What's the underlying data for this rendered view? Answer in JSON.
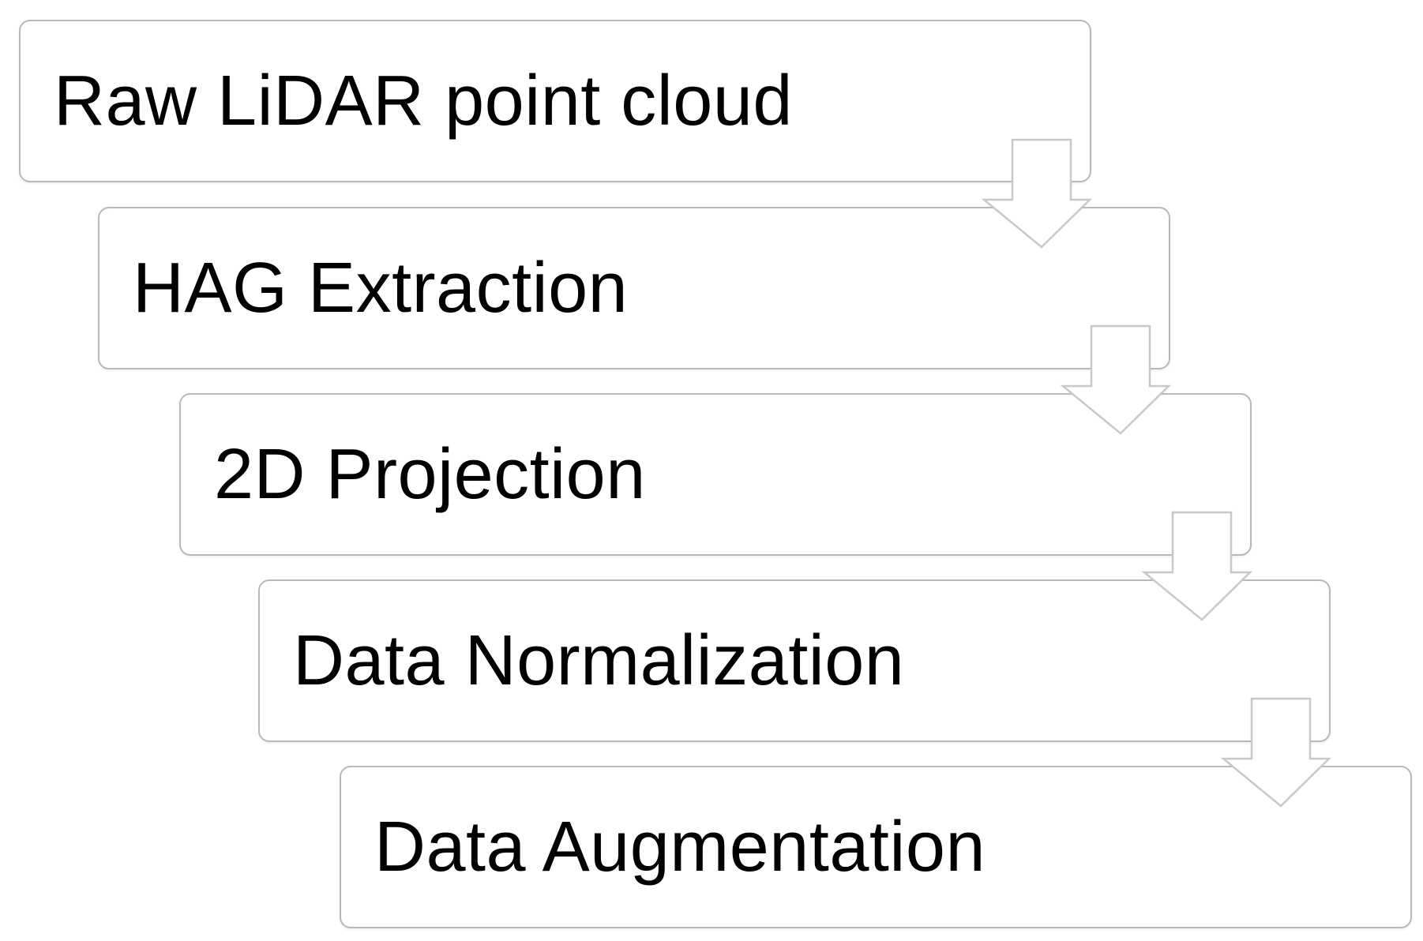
{
  "steps": [
    {
      "label": "Raw LiDAR point cloud"
    },
    {
      "label": "HAG Extraction"
    },
    {
      "label": "2D Projection"
    },
    {
      "label": "Data Normalization"
    },
    {
      "label": "Data Augmentation"
    }
  ],
  "colors": {
    "box_border": "#b8b8b8",
    "arrow_stroke": "#c8c8c8",
    "arrow_fill": "#ffffff",
    "text": "#000000"
  }
}
